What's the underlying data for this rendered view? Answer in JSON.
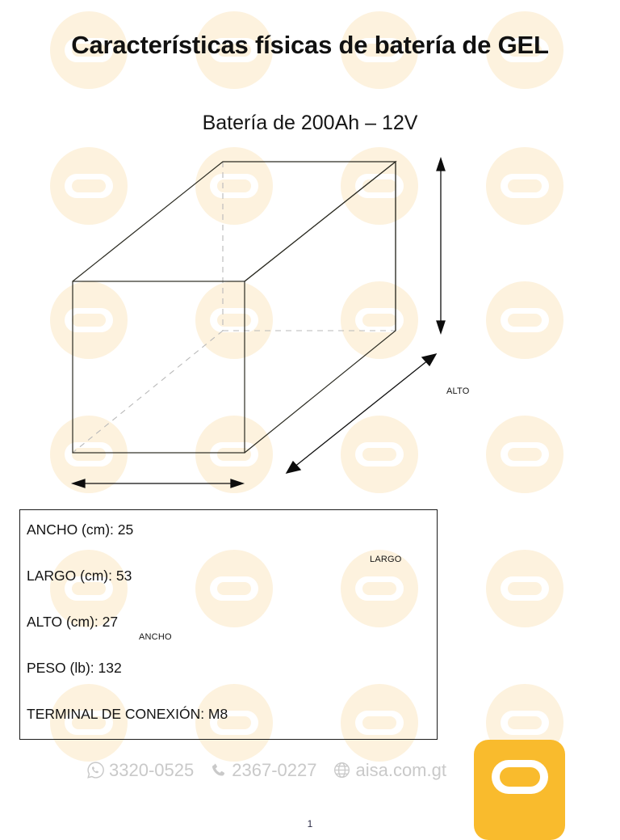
{
  "document": {
    "title": "Características físicas de batería de GEL",
    "subtitle": "Batería de 200Ah – 12V",
    "page_number": "1"
  },
  "diagram": {
    "type": "isometric-box",
    "alt_text": "Dibujo isométrico de una caja rectangular con cotas",
    "dimension_labels": {
      "height": "ALTO",
      "length": "LARGO",
      "width": "ANCHO"
    },
    "stroke_color": "#2b2b22",
    "hidden_edge_color": "#b9b9b9"
  },
  "specs": {
    "border_color": "#1b1b1b",
    "rows": [
      {
        "label": "ANCHO (cm)",
        "value": "25",
        "text": "ANCHO (cm): 25"
      },
      {
        "label": "LARGO (cm)",
        "value": "53",
        "text": "LARGO (cm): 53"
      },
      {
        "label": "ALTO (cm)",
        "value": "27",
        "text": "ALTO (cm): 27"
      },
      {
        "label": "PESO (lb)",
        "value": "132",
        "text": "PESO (lb): 132"
      },
      {
        "label": "TERMINAL DE CONEXIÓN",
        "value": "M8",
        "text": "TERMINAL DE CONEXIÓN: M8"
      }
    ]
  },
  "footer": {
    "contacts": [
      {
        "icon": "whatsapp-icon",
        "text": "3320-0525"
      },
      {
        "icon": "phone-icon",
        "text": "2367-0227"
      },
      {
        "icon": "globe-icon",
        "text": "aisa.com.gt"
      }
    ],
    "text_color": "#c9c9c9"
  },
  "branding": {
    "logo_name": "aisa-logo",
    "logo_bg": "#f9bb2d",
    "logo_mark": "#ffffff",
    "watermark_color": "#fdf2de"
  }
}
